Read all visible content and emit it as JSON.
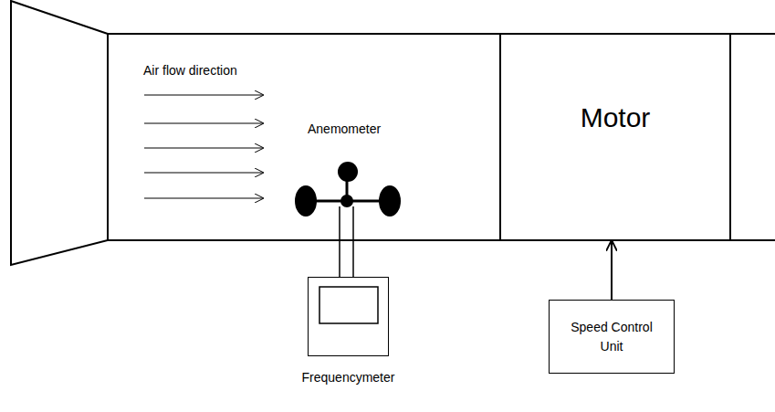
{
  "diagram": {
    "nodes": [
      {
        "text": [
          "Motor"
        ]
      },
      {
        "text": [
          "Speed Control Unit"
        ]
      },
      {
        "text": [
          "Frequencymeter"
        ]
      }
    ],
    "edges": [
      {
        "from": 1,
        "to": 0,
        "arrow": "to"
      }
    ],
    "labels": [
      "Air flow direction",
      "Anemometer"
    ]
  }
}
